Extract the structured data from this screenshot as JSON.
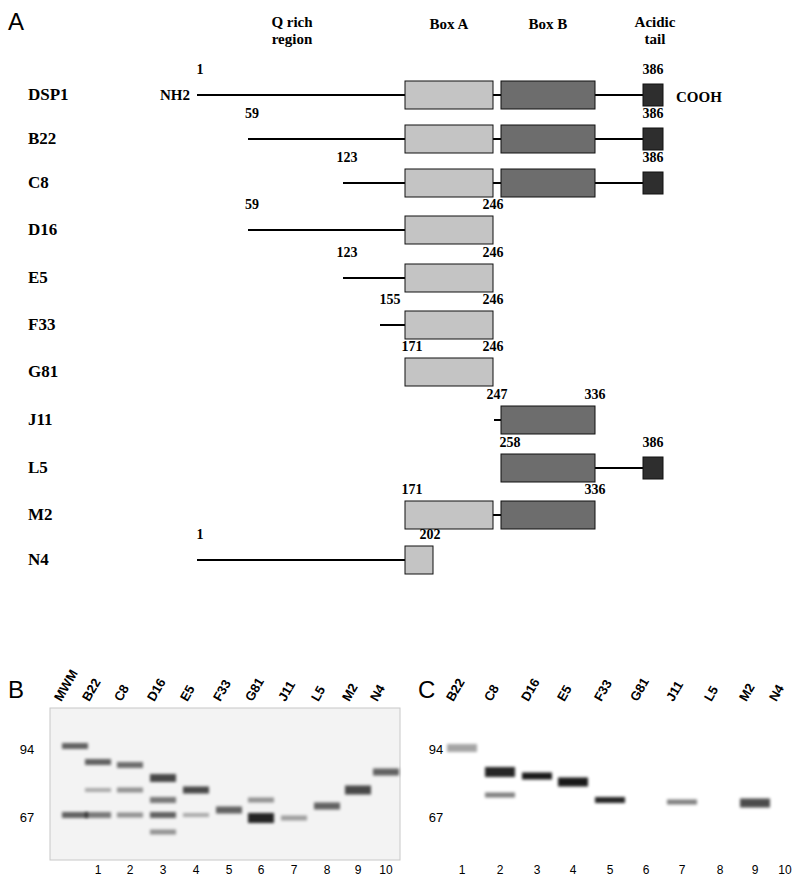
{
  "diagram": {
    "labels": [
      "A",
      "Q rich region",
      "Box A",
      "Box B",
      "Acidic tail",
      "DSP1",
      "NH2",
      "1",
      "386",
      "COOH",
      "B22",
      "59",
      "386",
      "C8",
      "123",
      "386",
      "D16",
      "59",
      "246",
      "E5",
      "123",
      "246",
      "F33",
      "155",
      "246",
      "G81",
      "171",
      "246",
      "J11",
      "247",
      "336",
      "L5",
      "258",
      "386",
      "M2",
      "171",
      "336",
      "N4",
      "1",
      "202",
      "B",
      "MWM",
      "B22",
      "C8",
      "D16",
      "E5",
      "F33",
      "G81",
      "J11",
      "L5",
      "M2",
      "N4",
      "94",
      "67",
      "1",
      "2",
      "3",
      "4",
      "5",
      "6",
      "7",
      "8",
      "9",
      "10",
      "C",
      "B22",
      "C8",
      "D16",
      "E5",
      "F33",
      "G81",
      "J11",
      "L5",
      "M2",
      "N4",
      "94",
      "67",
      "1",
      "2",
      "3",
      "4",
      "5",
      "6",
      "7",
      "8",
      "9",
      "10"
    ]
  }
}
